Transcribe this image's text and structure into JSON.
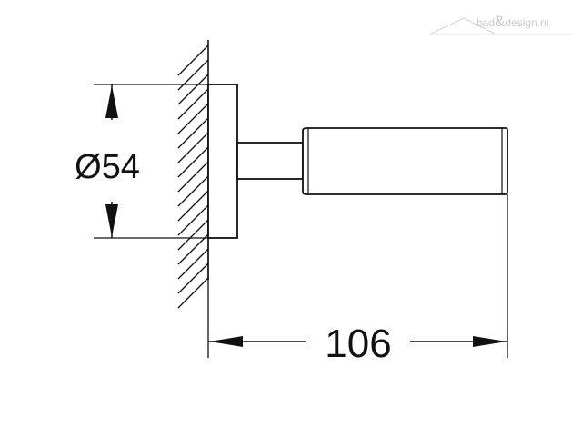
{
  "drawing": {
    "diameter_label": "Ø54",
    "width_label": "106",
    "line_color": "#111111"
  },
  "watermark": {
    "text_left": "bad",
    "text_amp": "&",
    "text_right": "design.nl",
    "color": "#c9c9c9"
  }
}
